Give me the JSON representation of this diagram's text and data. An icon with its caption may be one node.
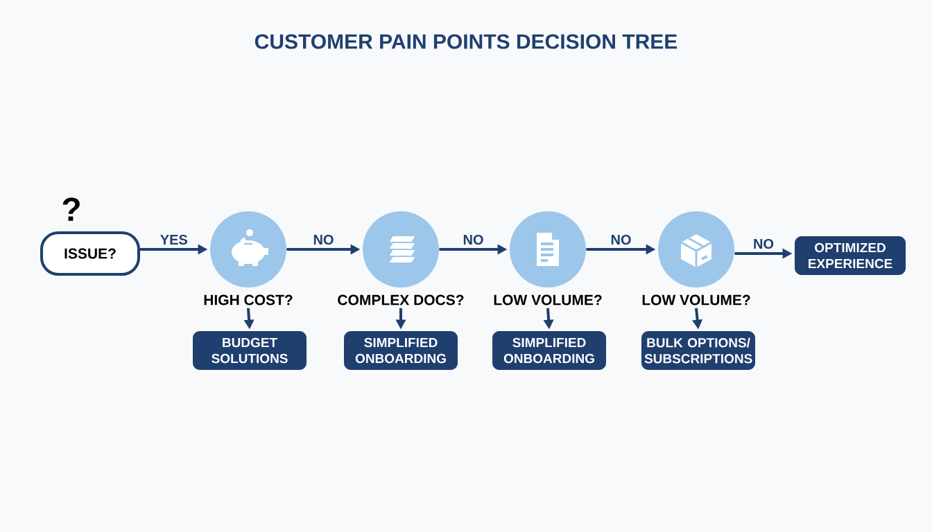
{
  "diagram": {
    "title": "CUSTOMER PAIN POINTS DECISION TREE",
    "nodes": [
      {
        "text": [
          "ISSUE?"
        ],
        "beside": [
          "?"
        ]
      },
      {
        "text": [
          "HIGH COST?"
        ]
      },
      {
        "text": [
          "COMPLEX DOCS?"
        ]
      },
      {
        "text": [
          "LOW VOLUME?"
        ]
      },
      {
        "text": [
          "LOW VOLUME?"
        ]
      },
      {
        "text": [
          "BUDGET SOLUTIONS"
        ]
      },
      {
        "text": [
          "SIMPLIFIED ONBOARDING"
        ]
      },
      {
        "text": [
          "SIMPLIFIED ONBOARDING"
        ]
      },
      {
        "text": [
          "BULK OPTIONS/ SUBSCRIPTIONS"
        ]
      },
      {
        "text": [
          "OPTIMIZED EXPERIENCE"
        ]
      }
    ],
    "edges": [
      {
        "from": 0,
        "to": 1,
        "arrow": "to",
        "label": "YES"
      },
      {
        "from": 1,
        "to": 2,
        "arrow": "to",
        "label": "NO"
      },
      {
        "from": 2,
        "to": 3,
        "arrow": "to",
        "label": "NO"
      },
      {
        "from": 3,
        "to": 4,
        "arrow": "to",
        "label": "NO"
      },
      {
        "from": 4,
        "to": 9,
        "arrow": "to",
        "label": "NO"
      },
      {
        "from": 1,
        "to": 5,
        "arrow": "to"
      },
      {
        "from": 2,
        "to": 6,
        "arrow": "to"
      },
      {
        "from": 3,
        "to": 7,
        "arrow": "to"
      },
      {
        "from": 4,
        "to": 8,
        "arrow": "to"
      }
    ]
  }
}
